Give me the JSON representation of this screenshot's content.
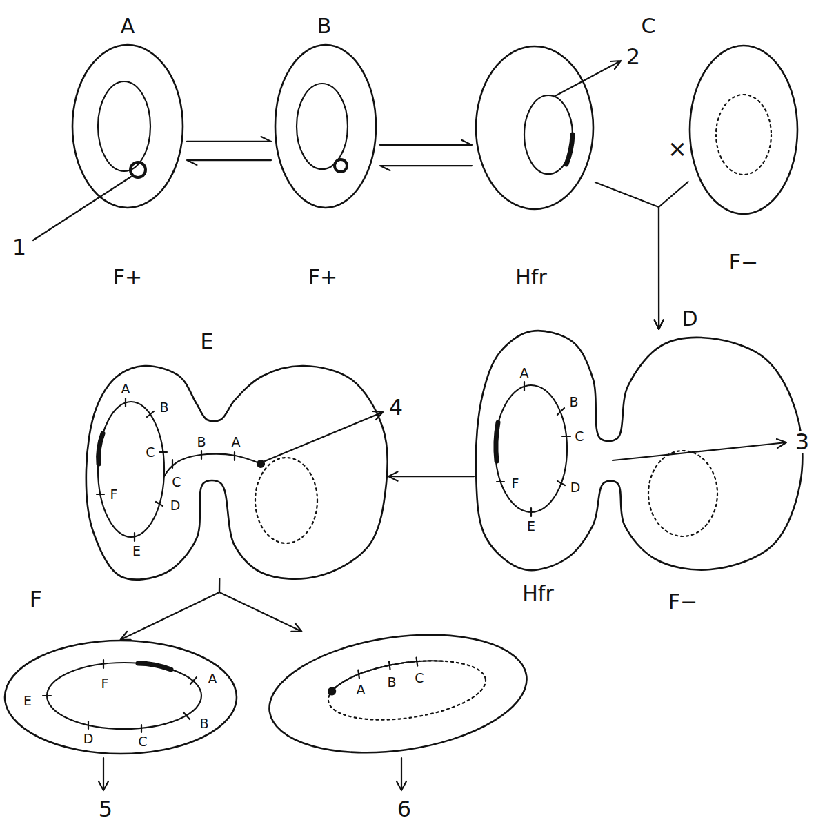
{
  "diagram": {
    "nodes": [
      {
        "text": [
          "A",
          "F+"
        ]
      },
      {
        "text": [
          "B",
          "F+"
        ]
      },
      {
        "text": [
          "C",
          "Hfr"
        ]
      },
      {
        "text": [
          "F−"
        ]
      },
      {
        "text": [
          "D",
          "A",
          "B",
          "C",
          "D",
          "E",
          "F",
          "Hfr",
          "F−"
        ]
      },
      {
        "text": [
          "E",
          "A",
          "B",
          "C",
          "D",
          "E",
          "F",
          "C",
          "B",
          "A"
        ]
      },
      {
        "text": [
          "F",
          "A",
          "B",
          "C",
          "D",
          "E"
        ]
      },
      {
        "text": [
          "A",
          "B",
          "C"
        ]
      }
    ],
    "edges": [
      {
        "from": 0,
        "to": 1,
        "arrow": "both"
      },
      {
        "from": 1,
        "to": 2,
        "arrow": "both"
      },
      {
        "from": 2,
        "to": 4,
        "arrow": "to"
      },
      {
        "from": 3,
        "to": 4,
        "arrow": "to"
      },
      {
        "from": 4,
        "to": 5,
        "arrow": "to"
      },
      {
        "from": 5,
        "to": 6,
        "arrow": "to"
      },
      {
        "from": 5,
        "to": 7,
        "arrow": "to"
      }
    ],
    "labels": [
      "1",
      "2",
      "×",
      "3",
      "4",
      "F",
      "5",
      "6"
    ]
  }
}
